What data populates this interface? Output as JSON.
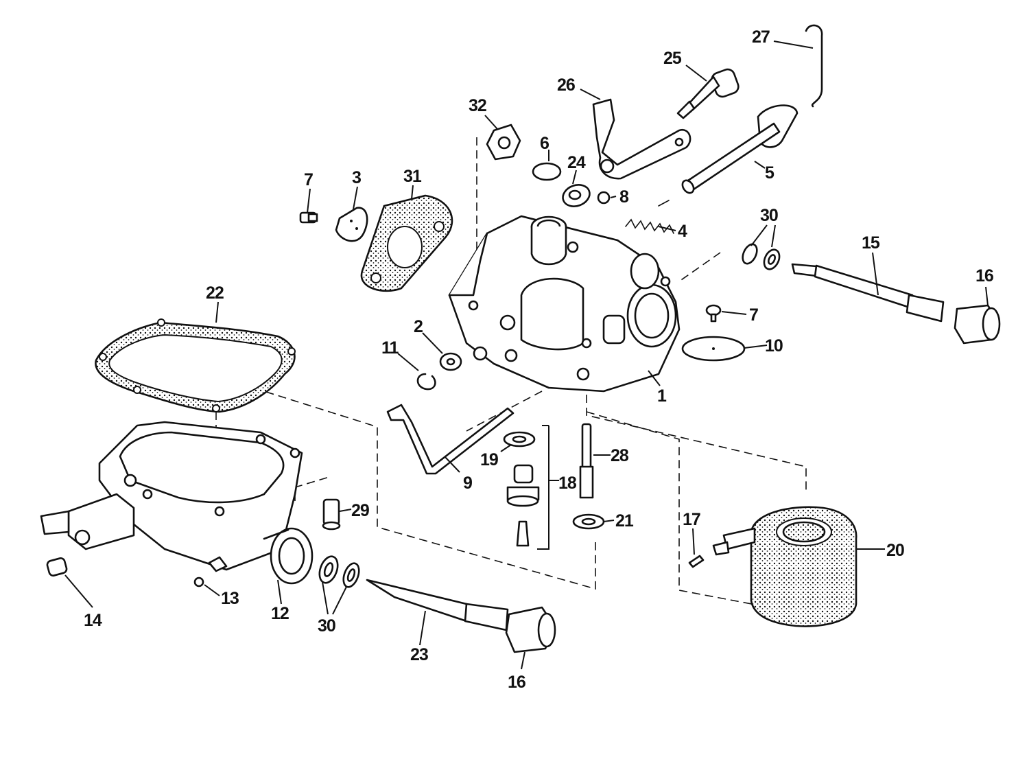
{
  "diagram": {
    "callouts": [
      {
        "id": "1",
        "label": "1"
      },
      {
        "id": "2",
        "label": "2"
      },
      {
        "id": "3",
        "label": "3"
      },
      {
        "id": "4",
        "label": "4"
      },
      {
        "id": "5",
        "label": "5"
      },
      {
        "id": "6",
        "label": "6"
      },
      {
        "id": "7a",
        "label": "7"
      },
      {
        "id": "7b",
        "label": "7"
      },
      {
        "id": "8",
        "label": "8"
      },
      {
        "id": "9",
        "label": "9"
      },
      {
        "id": "10",
        "label": "10"
      },
      {
        "id": "11",
        "label": "11"
      },
      {
        "id": "12",
        "label": "12"
      },
      {
        "id": "13",
        "label": "13"
      },
      {
        "id": "14",
        "label": "14"
      },
      {
        "id": "15",
        "label": "15"
      },
      {
        "id": "16a",
        "label": "16"
      },
      {
        "id": "16b",
        "label": "16"
      },
      {
        "id": "17",
        "label": "17"
      },
      {
        "id": "18",
        "label": "18"
      },
      {
        "id": "19",
        "label": "19"
      },
      {
        "id": "20",
        "label": "20"
      },
      {
        "id": "21",
        "label": "21"
      },
      {
        "id": "22",
        "label": "22"
      },
      {
        "id": "23",
        "label": "23"
      },
      {
        "id": "24",
        "label": "24"
      },
      {
        "id": "25",
        "label": "25"
      },
      {
        "id": "26",
        "label": "26"
      },
      {
        "id": "27",
        "label": "27"
      },
      {
        "id": "28",
        "label": "28"
      },
      {
        "id": "29",
        "label": "29"
      },
      {
        "id": "30a",
        "label": "30"
      },
      {
        "id": "30b",
        "label": "30"
      },
      {
        "id": "31",
        "label": "31"
      },
      {
        "id": "32",
        "label": "32"
      }
    ]
  }
}
